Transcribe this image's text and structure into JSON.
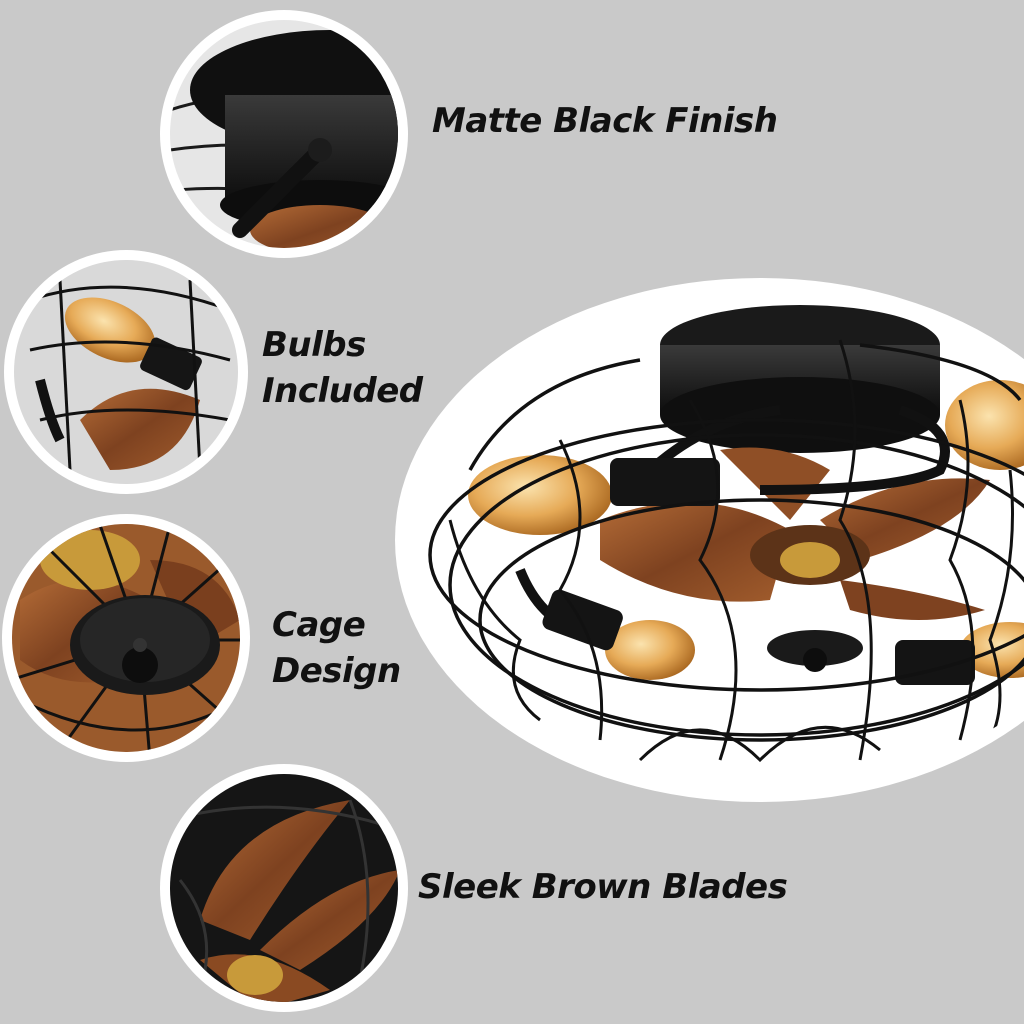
{
  "features": [
    {
      "id": "matte-black-finish",
      "lines": [
        "Matte Black Finish"
      ]
    },
    {
      "id": "bulbs-included",
      "lines": [
        "Bulbs",
        "Included"
      ]
    },
    {
      "id": "cage-design",
      "lines": [
        "Cage",
        "Design"
      ]
    },
    {
      "id": "sleek-brown-blades",
      "lines": [
        "Sleek Brown Blades"
      ]
    }
  ],
  "colors": {
    "background": "#c9c9c9",
    "ring": "#ffffff",
    "metal": "#141414",
    "wood": "#8a4a22",
    "wood_light": "#b06a36",
    "bulb": "#e9b566",
    "bulb_glow": "#f6d79a",
    "gold": "#c89a3a"
  }
}
